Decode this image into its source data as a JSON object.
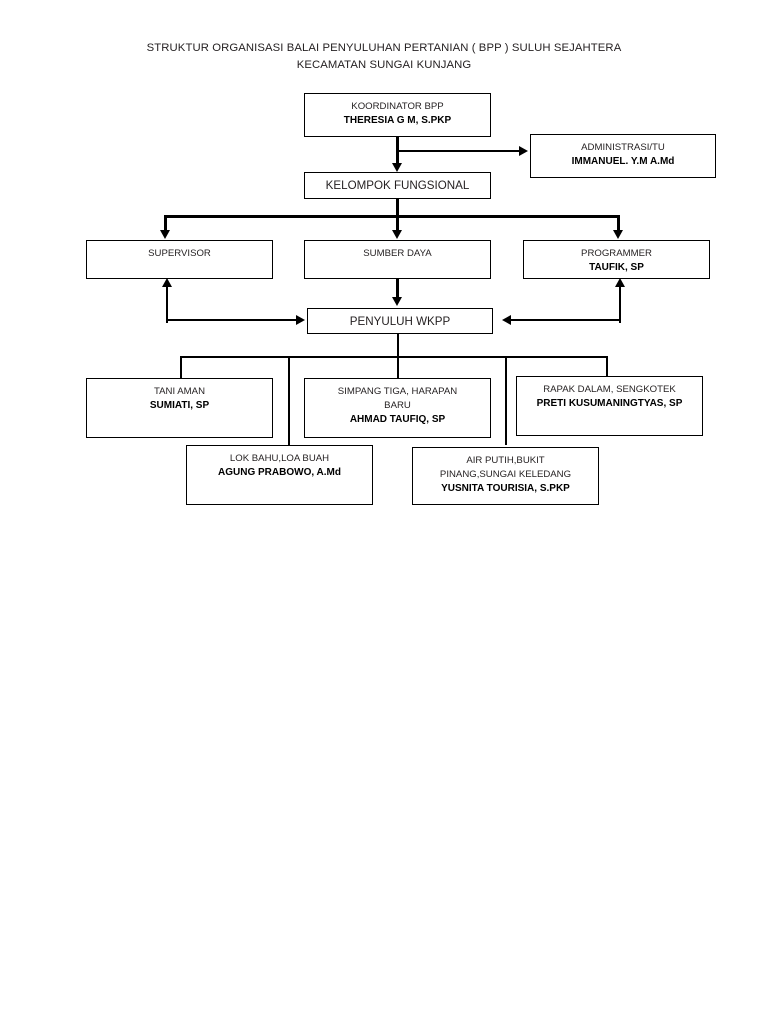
{
  "document": {
    "title_lines": [
      "STRUKTUR ORGANISASI BALAI PENYULUHAN PERTANIAN ( BPP ) SULUH SEJAHTERA",
      "KECAMATAN SUNGAI KUNJANG"
    ]
  },
  "colors": {
    "background": "#ffffff",
    "line": "#000000",
    "text": "#231f20",
    "bold_text": "#000000"
  },
  "nodes": {
    "koordinator": {
      "role": "KOORDINATOR BPP",
      "person": "THERESIA G M, S.PKP"
    },
    "administrasi": {
      "role": "ADMINISTRASI/TU",
      "person": "IMMANUEL. Y.M A.Md"
    },
    "kelompok_fungsional": {
      "role": "KELOMPOK FUNGSIONAL"
    },
    "supervisor": {
      "role": "SUPERVISOR"
    },
    "sumber_daya": {
      "role": "SUMBER DAYA"
    },
    "programmer": {
      "role": "PROGRAMMER",
      "person": "TAUFIK, SP"
    },
    "penyuluh_wkpp": {
      "role": "PENYULUH WKPP"
    },
    "wkpp_tani_aman": {
      "role": "TANI AMAN",
      "person": "SUMIATI, SP"
    },
    "wkpp_simpang_tiga": {
      "role_line_1": "SIMPANG TIGA, HARAPAN",
      "role_line_2": "BARU",
      "person": "AHMAD TAUFIQ, SP"
    },
    "wkpp_rapak_dalam": {
      "role": "RAPAK DALAM, SENGKOTEK",
      "person": "PRETI KUSUMANINGTYAS, SP"
    },
    "wkpp_lok_bahu": {
      "role": "LOK BAHU,LOA BUAH",
      "person": "AGUNG PRABOWO, A.Md"
    },
    "wkpp_air_putih": {
      "role_line_1": "AIR PUTIH,BUKIT",
      "role_line_2": "PINANG,SUNGAI KELEDANG",
      "person": "YUSNITA TOURISIA, S.PKP"
    }
  },
  "chart_data": {
    "type": "diagram",
    "diagram_kind": "organizational-chart",
    "title": "STRUKTUR ORGANISASI BALAI PENYULUHAN PERTANIAN ( BPP ) SULUH SEJAHTERA KECAMATAN SUNGAI KUNJANG",
    "levels": [
      {
        "level": 1,
        "nodes": [
          "KOORDINATOR BPP — THERESIA G M, S.PKP"
        ]
      },
      {
        "level": 1,
        "nodes": [
          "ADMINISTRASI/TU — IMMANUEL. Y.M A.Md"
        ]
      },
      {
        "level": 2,
        "nodes": [
          "KELOMPOK FUNGSIONAL"
        ]
      },
      {
        "level": 3,
        "nodes": [
          "SUPERVISOR",
          "SUMBER DAYA",
          "PROGRAMMER — TAUFIK, SP"
        ]
      },
      {
        "level": 4,
        "nodes": [
          "PENYULUH WKPP"
        ]
      },
      {
        "level": 5,
        "nodes": [
          "TANI AMAN — SUMIATI, SP",
          "SIMPANG TIGA, HARAPAN BARU — AHMAD TAUFIQ, SP",
          "RAPAK DALAM, SENGKOTEK — PRETI KUSUMANINGTYAS, SP",
          "LOK BAHU,LOA BUAH — AGUNG PRABOWO, A.Md",
          "AIR PUTIH,BUKIT PINANG,SUNGAI KELEDANG — YUSNITA TOURISIA, S.PKP"
        ]
      }
    ],
    "edges": [
      {
        "from": "KOORDINATOR BPP",
        "to": "ADMINISTRASI/TU",
        "style": "arrow-right"
      },
      {
        "from": "KOORDINATOR BPP",
        "to": "KELOMPOK FUNGSIONAL",
        "style": "arrow-down"
      },
      {
        "from": "KELOMPOK FUNGSIONAL",
        "to": "SUPERVISOR",
        "style": "arrow-down"
      },
      {
        "from": "KELOMPOK FUNGSIONAL",
        "to": "SUMBER DAYA",
        "style": "arrow-down"
      },
      {
        "from": "KELOMPOK FUNGSIONAL",
        "to": "PROGRAMMER",
        "style": "arrow-down"
      },
      {
        "from": "SUMBER DAYA",
        "to": "PENYULUH WKPP",
        "style": "arrow-down"
      },
      {
        "from": "PENYULUH WKPP",
        "to": "SUPERVISOR",
        "style": "arrow-up-left-elbow"
      },
      {
        "from": "PENYULUH WKPP",
        "to": "PROGRAMMER",
        "style": "arrow-up-right-elbow"
      },
      {
        "from": "PENYULUH WKPP",
        "to": "TANI AMAN",
        "style": "line"
      },
      {
        "from": "PENYULUH WKPP",
        "to": "SIMPANG TIGA, HARAPAN BARU",
        "style": "line"
      },
      {
        "from": "PENYULUH WKPP",
        "to": "RAPAK DALAM, SENGKOTEK",
        "style": "line"
      },
      {
        "from": "PENYULUH WKPP",
        "to": "LOK BAHU,LOA BUAH",
        "style": "line"
      },
      {
        "from": "PENYULUH WKPP",
        "to": "AIR PUTIH,BUKIT PINANG,SUNGAI KELEDANG",
        "style": "line"
      }
    ]
  }
}
